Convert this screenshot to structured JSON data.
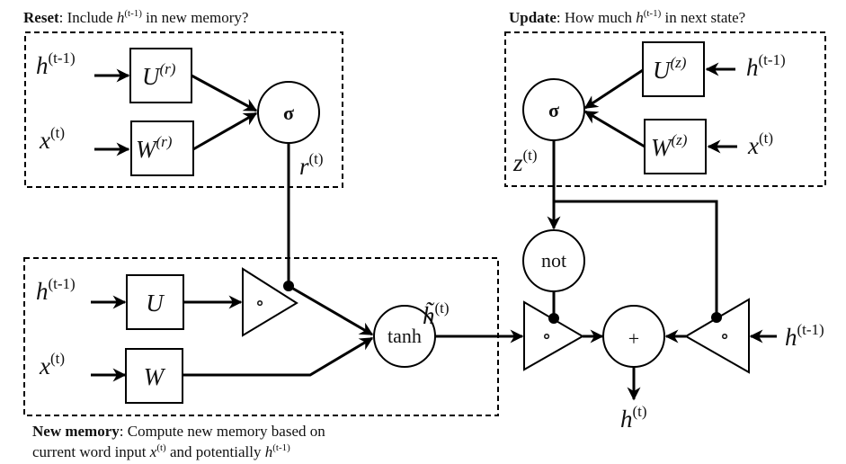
{
  "captions": {
    "reset": {
      "bold": "Reset",
      "pre": ": Include ",
      "var": "h",
      "sup": "(t-1)",
      "post": " in new memory?"
    },
    "update": {
      "bold": "Update",
      "pre": ": How much ",
      "var": "h",
      "sup": "(t-1)",
      "post": " in next state?"
    },
    "new_memory_line1": {
      "bold": "New memory",
      "rest": ": Compute new memory based on"
    },
    "new_memory_line2": {
      "pre": "current word input ",
      "var1": "x",
      "sup1": "(t)",
      "mid": " and potentially ",
      "var2": "h",
      "sup2": "(t-1)"
    }
  },
  "reset_gate": {
    "input_h": {
      "var": "h",
      "sup": "(t-1)"
    },
    "input_x": {
      "var": "x",
      "sup": "(t)"
    },
    "box_u": {
      "var": "U",
      "sup": "(r)"
    },
    "box_w": {
      "var": "W",
      "sup": "(r)"
    },
    "activation": "σ",
    "output": {
      "var": "r",
      "sup": "(t)"
    }
  },
  "update_gate": {
    "input_h": {
      "var": "h",
      "sup": "(t-1)"
    },
    "input_x": {
      "var": "x",
      "sup": "(t)"
    },
    "box_u": {
      "var": "U",
      "sup": "(z)"
    },
    "box_w": {
      "var": "W",
      "sup": "(z)"
    },
    "activation": "σ",
    "output": {
      "var": "z",
      "sup": "(t)"
    }
  },
  "new_memory": {
    "input_h": {
      "var": "h",
      "sup": "(t-1)"
    },
    "input_x": {
      "var": "x",
      "sup": "(t)"
    },
    "box_u": "U",
    "box_w": "W",
    "hadamard_symbol": "∘",
    "activation": "tanh",
    "output": {
      "var": "h̃",
      "sup": "(t)"
    }
  },
  "output_stage": {
    "not_label": "not",
    "hadamard_symbol": "∘",
    "sum_symbol": "+",
    "input_h": {
      "var": "h",
      "sup": "(t-1)"
    },
    "output": {
      "var": "h",
      "sup": "(t)"
    }
  }
}
